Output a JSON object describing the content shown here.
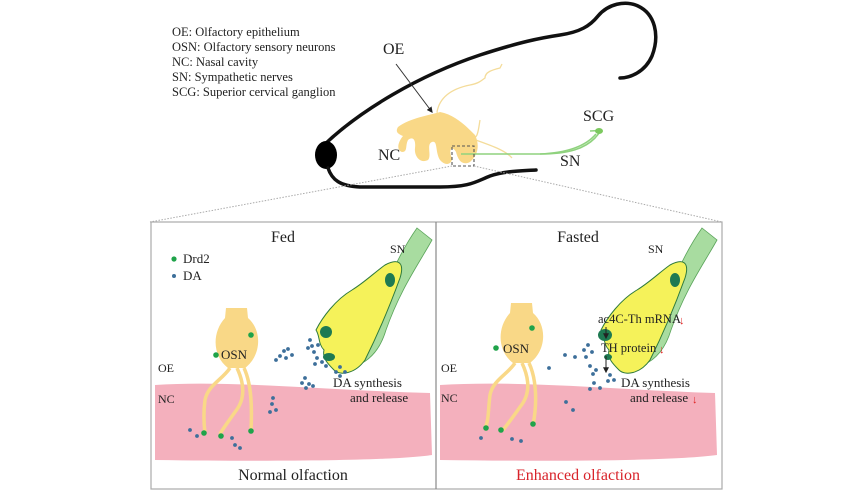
{
  "abbreviations": [
    "OE: Olfactory epithelium",
    "OSN: Olfactory sensory neurons",
    "NC: Nasal cavity",
    "SN: Sympathetic nerves",
    "SCG: Superior cervical ganglion"
  ],
  "head_labels": {
    "oe": "OE",
    "nc": "NC",
    "scg": "SCG",
    "sn": "SN"
  },
  "panels": [
    {
      "title": "Fed",
      "legend": [
        {
          "label": "Drd2",
          "color": "#1fa34a"
        },
        {
          "label": "DA",
          "color": "#3d6f9a"
        }
      ],
      "sn_label": "SN",
      "osn_label": "OSN",
      "oe_label": "OE",
      "nc_label": "NC",
      "release_line1": "DA synthesis",
      "release_line2": "and release",
      "caption": "Normal olfaction",
      "caption_color": "#222222"
    },
    {
      "title": "Fasted",
      "sn_label": "SN",
      "osn_label": "OSN",
      "oe_label": "OE",
      "nc_label": "NC",
      "pathway": [
        "ac4C-Th mRNA",
        "TH protein"
      ],
      "release_line1": "DA synthesis",
      "release_line2": "and release",
      "down_arrow": "↓",
      "caption": "Enhanced olfaction",
      "caption_color": "#d8232a"
    }
  ],
  "colors": {
    "olfactory_epithelium": "#f9d887",
    "nasal_cavity": "#f4b0bd",
    "sympathetic_nerve": "#a8dca0",
    "terminal_fill": "#f5f25a",
    "vesicle": "#1e7a52",
    "drd2": "#1fa34a",
    "dopamine": "#3d6f9a",
    "decrease_arrow": "#e02020"
  }
}
